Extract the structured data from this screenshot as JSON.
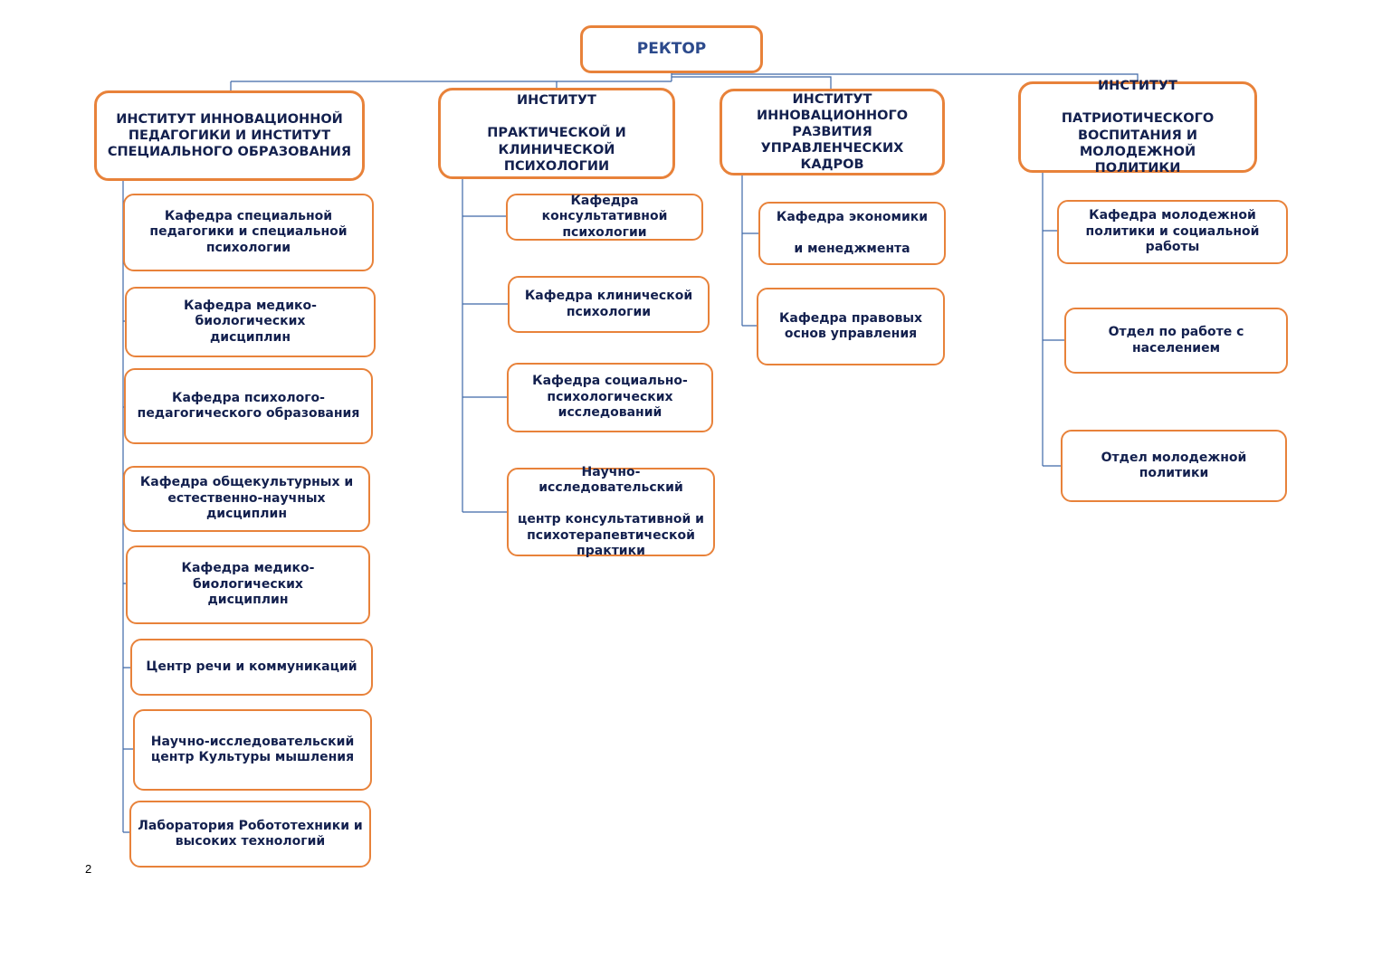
{
  "colors": {
    "box_border": "#E8823A",
    "connector": "#3E68A8",
    "text": "#13204E",
    "rector_text": "#2C4A8C"
  },
  "rector": {
    "label": "РЕКТОР"
  },
  "institutes": [
    {
      "label": "ИНСТИТУТ ИННОВАЦИОННОЙ\nПЕДАГОГИКИ И ИНСТИТУТ\nСПЕЦИАЛЬНОГО ОБРАЗОВАНИЯ",
      "children": [
        "Кафедра специальной\nпедагогики и специальной\nпсихологии",
        "Кафедра медико-биологических\nдисциплин",
        "Кафедра психолого-\nпедагогического образования",
        "Кафедра общекультурных и\nестественно-научных дисциплин",
        "Кафедра медико-биологических\nдисциплин",
        "Центр речи и коммуникаций",
        "Научно-исследовательский\nцентр Культуры мышления",
        "Лаборатория Робототехники и\nвысоких технологий"
      ]
    },
    {
      "label": "ИНСТИТУТ\n\nПРАКТИЧЕСКОЙ И\nКЛИНИЧЕСКОЙ ПСИХОЛОГИИ",
      "children": [
        "Кафедра консультативной\nпсихологии",
        "Кафедра клинической\nпсихологии",
        "Кафедра социально-\nпсихологических\nисследований",
        "Научно-исследовательский\n\nцентр консультативной    и\nпсихотерапевтической\nпрактики"
      ]
    },
    {
      "label": "ИНСТИТУТ\nИННОВАЦИОННОГО\nРАЗВИТИЯ УПРАВЛЕНЧЕСКИХ\nКАДРОВ",
      "children": [
        "Кафедра экономики\n\nи менеджмента",
        "Кафедра правовых\nоснов управления"
      ]
    },
    {
      "label": "ИНСТИТУТ\n\nПАТРИОТИЧЕСКОГО\nВОСПИТАНИЯ И МОЛОДЕЖНОЙ\nПОЛИТИКИ",
      "children": [
        "Кафедра молодежной\nполитики и социальной\nработы",
        "Отдел по работе с\nнаселением",
        "Отдел  молодежной политики"
      ]
    }
  ],
  "page_number": "2"
}
